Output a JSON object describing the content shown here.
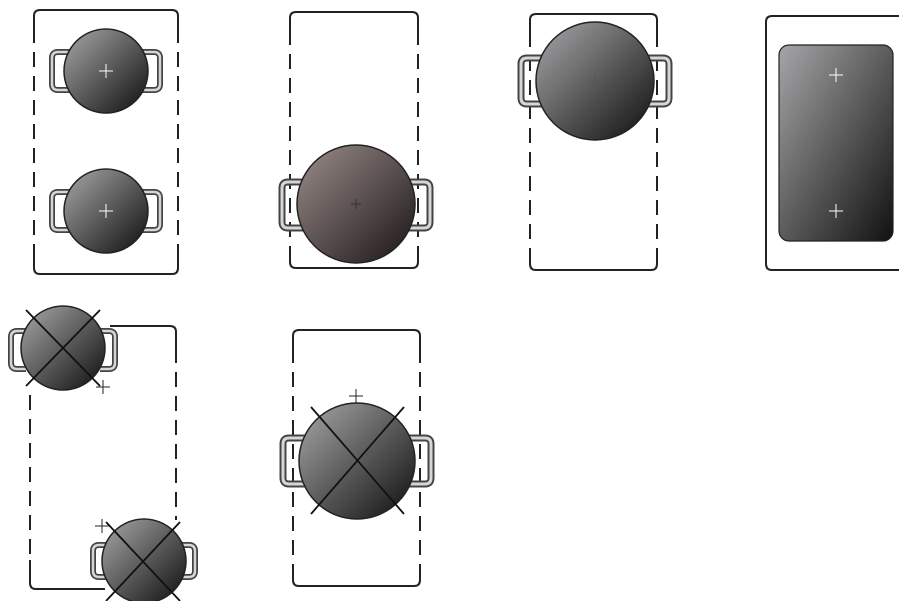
{
  "title": "",
  "colors": {
    "outline": "#222222",
    "pot_gradient_start": "#a9a9ab",
    "pot_gradient_end": "#0d0d0d",
    "bronze_pot_gradient_start": "#9c8e8c",
    "bronze_pot_gradient_end": "#1a1414",
    "handle_fill": "#d6d6d6",
    "background": "#ffffff"
  },
  "diagrams": [
    {
      "id": "two-small-pots-correct",
      "zone_shape": "split-zone",
      "pots": 2,
      "crossed_out": false
    },
    {
      "id": "large-pot-offset-low",
      "zone_shape": "split-zone",
      "pots": 1,
      "crossed_out": false
    },
    {
      "id": "large-pot-offset-high",
      "zone_shape": "split-zone",
      "pots": 1,
      "crossed_out": false
    },
    {
      "id": "flex-zone-griddle",
      "zone_shape": "full-zone",
      "pots": 0,
      "crossed_out": false
    },
    {
      "id": "two-small-pots-misplaced",
      "zone_shape": "split-zone",
      "pots": 2,
      "crossed_out": true
    },
    {
      "id": "large-pot-centered-wrong",
      "zone_shape": "split-zone",
      "pots": 1,
      "crossed_out": true
    }
  ]
}
